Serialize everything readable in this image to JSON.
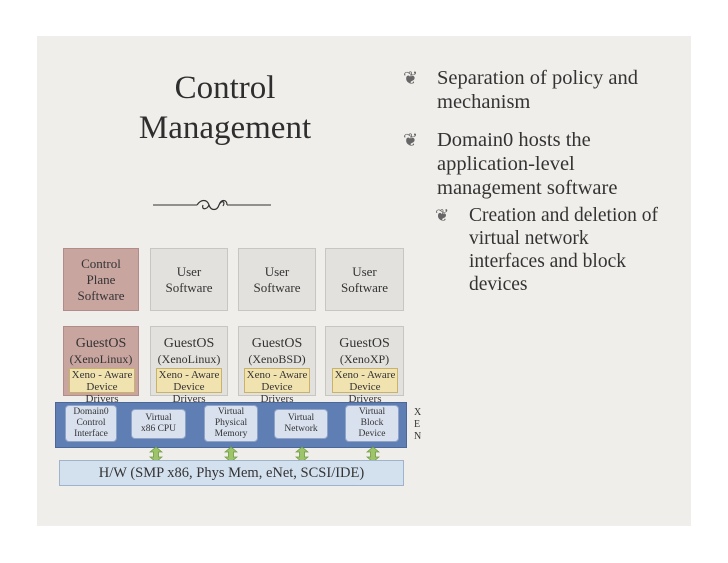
{
  "title": [
    "Control",
    "Management"
  ],
  "bullets": [
    {
      "text": "Separation of policy and mechanism",
      "lines": [
        "Separation of policy and",
        "mechanism"
      ]
    },
    {
      "text": "Domain0 hosts the application-level management software",
      "lines": [
        "Domain0 hosts the",
        "application-level",
        "management software"
      ]
    }
  ],
  "sub_bullet": {
    "lines": [
      "Creation and deletion of",
      "virtual network",
      "interfaces and block",
      "devices"
    ]
  },
  "diagram": {
    "top_row": [
      {
        "lines": [
          "Control",
          "Plane",
          "Software"
        ],
        "color": "#c9a5a0"
      },
      {
        "lines": [
          "User",
          "Software"
        ]
      },
      {
        "lines": [
          "User",
          "Software"
        ]
      },
      {
        "lines": [
          "User",
          "Software"
        ]
      }
    ],
    "guests": [
      {
        "os": "GuestOS",
        "sub": "(XenoLinux)",
        "driver": [
          "Xeno - Aware",
          "Device Drivers"
        ]
      },
      {
        "os": "GuestOS",
        "sub": "(XenoLinux)",
        "driver": [
          "Xeno - Aware",
          "Device Drivers"
        ]
      },
      {
        "os": "GuestOS",
        "sub": "(XenoBSD)",
        "driver": [
          "Xeno - Aware",
          "Device Drivers"
        ]
      },
      {
        "os": "GuestOS",
        "sub": "(XenoXP)",
        "driver": [
          "Xeno - Aware",
          "Device Drivers"
        ]
      }
    ],
    "xen_boxes": [
      {
        "lines": [
          "Domain0",
          "Control",
          "Interface"
        ]
      },
      {
        "lines": [
          "Virtual",
          "x86 CPU"
        ]
      },
      {
        "lines": [
          "Virtual",
          "Physical",
          "Memory"
        ]
      },
      {
        "lines": [
          "Virtual",
          "Network"
        ]
      },
      {
        "lines": [
          "Virtual",
          "Block",
          "Device"
        ]
      }
    ],
    "xen_label": [
      "X",
      "E",
      "N"
    ],
    "hardware": "H/W (SMP x86, Phys Mem, eNet, SCSI/IDE)",
    "colors": {
      "xen": "#5f7fb4",
      "driver": "#f1e3b0",
      "control": "#c9a5a0",
      "arrow": "#9dc46a"
    }
  }
}
